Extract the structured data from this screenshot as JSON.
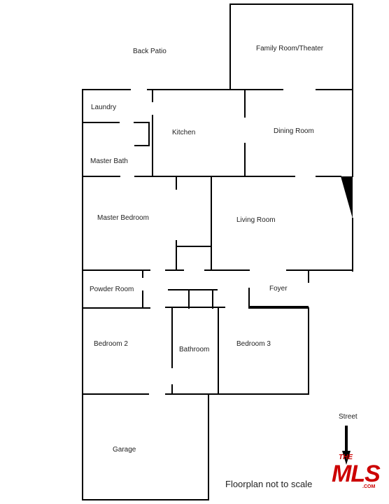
{
  "rooms": {
    "back_patio": "Back Patio",
    "family_room": "Family Room/Theater",
    "laundry": "Laundry",
    "kitchen": "Kitchen",
    "dining_room": "Dining Room",
    "master_bath": "Master Bath",
    "master_bedroom": "Master Bedroom",
    "living_room": "Living Room",
    "powder_room": "Powder Room",
    "foyer": "Foyer",
    "bedroom2": "Bedroom 2",
    "bathroom": "Bathroom",
    "bedroom3": "Bedroom 3",
    "garage": "Garage"
  },
  "street_label": "Street",
  "scale_note": "Floorplan not to scale",
  "logo": {
    "the": "THE",
    "mls": "MLS",
    "com": ".COM",
    "color": "#cc0000"
  },
  "wall_color": "#000000"
}
